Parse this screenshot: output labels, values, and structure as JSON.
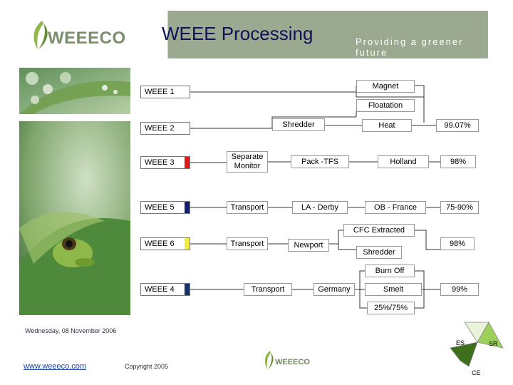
{
  "header": {
    "logo_text": "WEEECO",
    "title": "WEEE Processing",
    "tagline": "Providing a greener future"
  },
  "inputs": [
    {
      "id": "weee1",
      "label": "WEEE 1",
      "color": "#ffffff"
    },
    {
      "id": "weee2",
      "label": "WEEE 2",
      "color": "#ffffff"
    },
    {
      "id": "weee3",
      "label": "WEEE 3",
      "color": "#e0191a"
    },
    {
      "id": "weee5",
      "label": "WEEE 5",
      "color": "#14206e"
    },
    {
      "id": "weee6",
      "label": "WEEE 6",
      "color": "#f4ec3a"
    },
    {
      "id": "weee4",
      "label": "WEEE 4",
      "color": "#16306e"
    }
  ],
  "nodes": {
    "magnet": "Magnet",
    "floatation": "Floatation",
    "shredder_top": "Shredder",
    "heat": "Heat",
    "pct_heat": "99.07%",
    "separate_monitor": "Separate Monitor",
    "pack_tfs": "Pack -TFS",
    "holland": "Holland",
    "pct_holland": "98%",
    "transport_5": "Transport",
    "la_derby": "LA - Derby",
    "ob_france": "OB - France",
    "pct_france": "75-90%",
    "cfc_extracted": "CFC Extracted",
    "transport_6": "Transport",
    "newport": "Newport",
    "shredder_6": "Shredder",
    "pct_newport": "98%",
    "burn_off": "Burn Off",
    "transport_4": "Transport",
    "germany": "Germany",
    "smelt": "Smelt",
    "pct_smelt": "99%",
    "ratio": "25%/75%"
  },
  "footer": {
    "date": "Wednesday, 08 November 2006",
    "website": "www.weeeco.com",
    "copyright": "Copyright 2005",
    "logo_text": "WEEECO"
  },
  "triangle": {
    "labels": {
      "es": "ES",
      "sr": "SR",
      "ce": "CE"
    },
    "colors": {
      "top": "#e8f3d8",
      "right": "#9bd15a",
      "bottom": "#3e6f1c"
    }
  },
  "colors": {
    "header_bg": "#9aa98f",
    "title": "#10135a",
    "link": "#1a3fa8"
  }
}
